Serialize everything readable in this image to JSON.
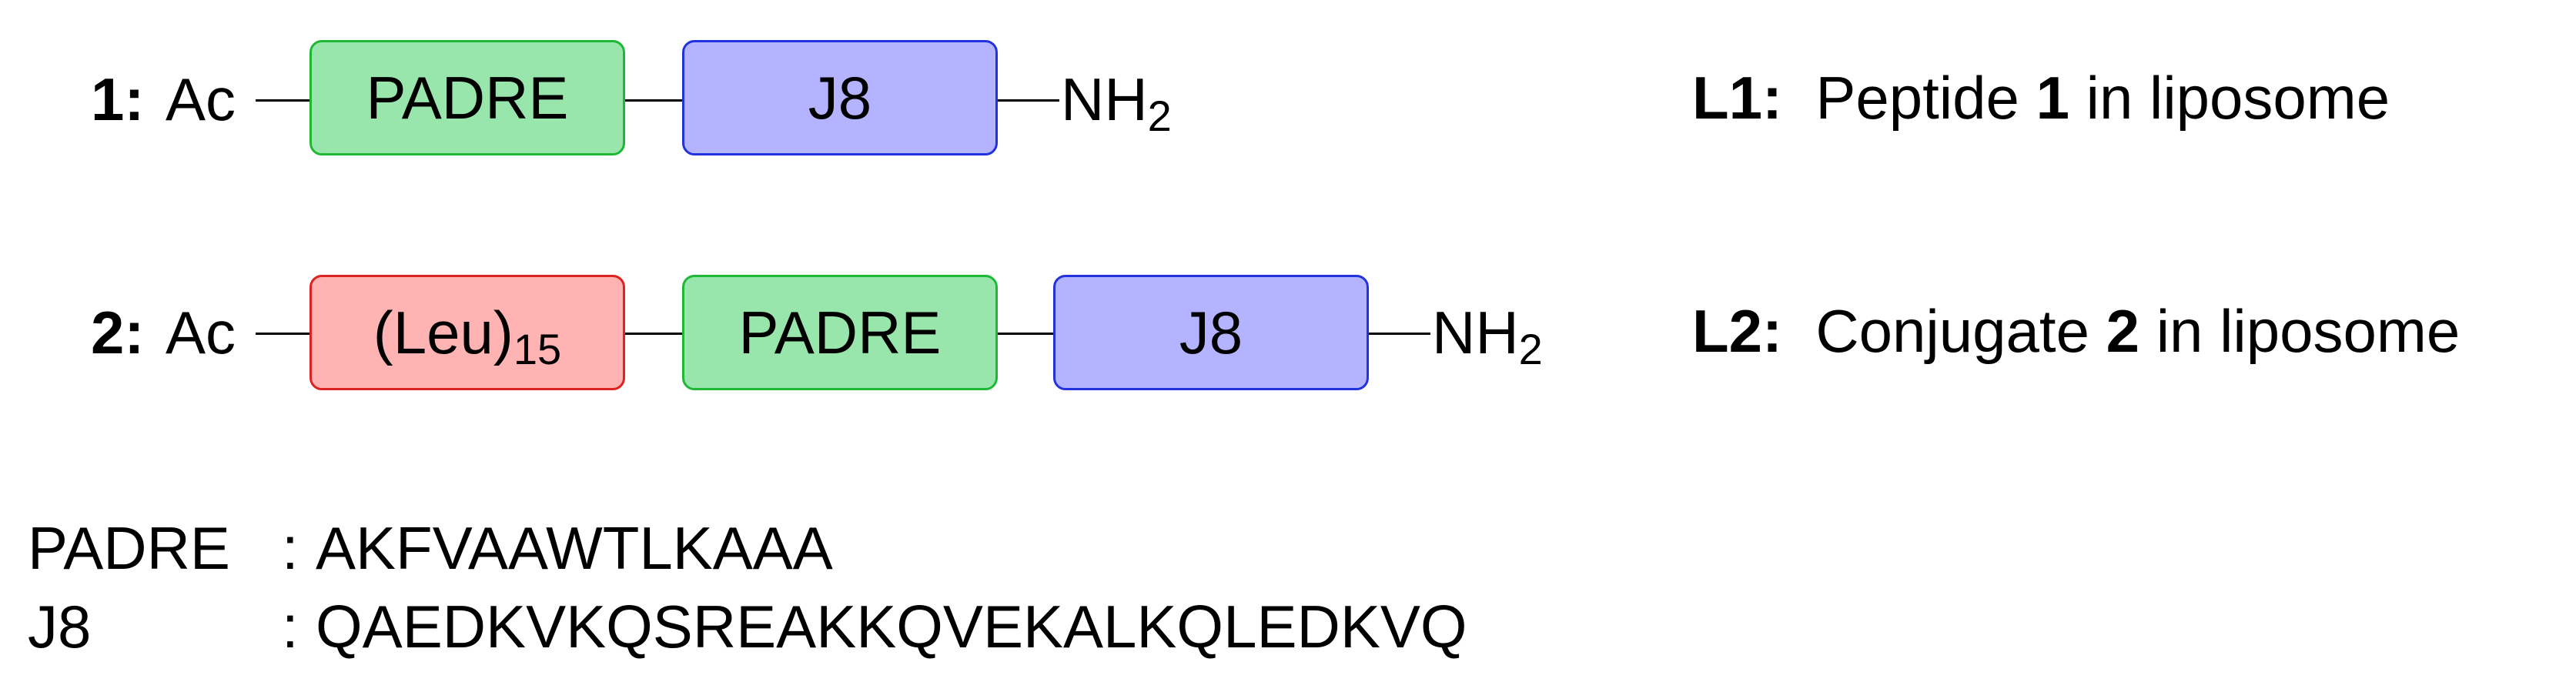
{
  "row1": {
    "number": "1:",
    "n_term": "Ac",
    "blocks": [
      "PADRE",
      "J8"
    ],
    "c_term_main": "NH",
    "c_term_sub": "2"
  },
  "row2": {
    "number": "2:",
    "n_term": "Ac",
    "blocks": [
      "(Leu)",
      "PADRE",
      "J8"
    ],
    "leu_sub": "15",
    "c_term_main": "NH",
    "c_term_sub": "2"
  },
  "legend": {
    "l1": {
      "label": "L1:",
      "text_pre": "Peptide",
      "bold_num": "1",
      "text_post": "in liposome"
    },
    "l2": {
      "label": "L2:",
      "text_pre": "Conjugate",
      "bold_num": "2",
      "text_post": "in liposome"
    }
  },
  "sequences": [
    {
      "name": "PADRE",
      "separator": ":",
      "sequence": "AKFVAAWTLKAAA"
    },
    {
      "name": "J8",
      "separator": ":",
      "sequence": "QAEDKVKQSREAKKQVEKALKQLEDKVQ"
    }
  ],
  "colors": {
    "padre_fill": "#99e6ad",
    "padre_border": "#1fb836",
    "j8_fill": "#b3b3ff",
    "j8_border": "#2233dd",
    "leu_fill": "#ffb3b3",
    "leu_border": "#dd2222"
  }
}
